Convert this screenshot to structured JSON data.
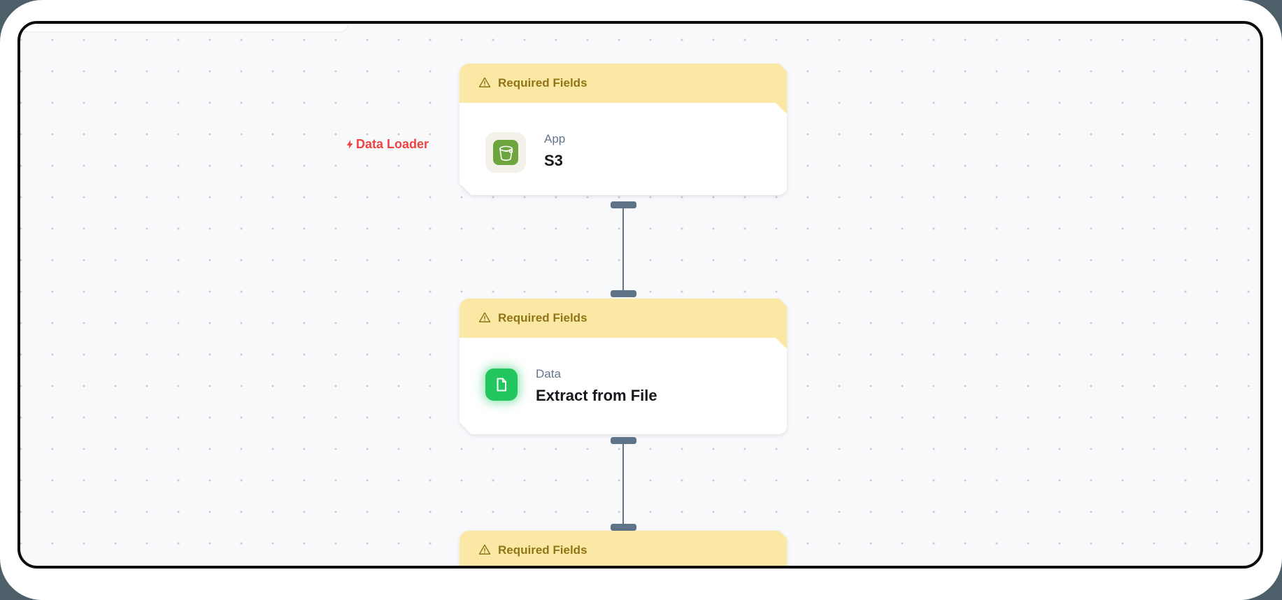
{
  "workflow": {
    "group_label": {
      "text": "Data Loader",
      "icon": "lightning-bolt-icon"
    },
    "nodes": [
      {
        "warning": "Required Fields",
        "category": "App",
        "title": "S3",
        "icon": "s3-bucket-icon"
      },
      {
        "warning": "Required Fields",
        "category": "Data",
        "title": "Extract from File",
        "icon": "file-document-icon"
      },
      {
        "warning": "Required Fields"
      }
    ]
  },
  "colors": {
    "outer_bg": "#4d6069",
    "frame_border": "#0c0d0f",
    "canvas_bg": "#f8f9fb",
    "dot_color": "#c6cad1",
    "banner_bg": "#fae8a4",
    "banner_text": "#8f7516",
    "accent_red": "#ee4343",
    "node_category": "#64748b",
    "node_title": "#16181d",
    "s3_icon_green": "#6da63f",
    "file_icon_green": "#22c55e",
    "connector": "#5e7288"
  }
}
